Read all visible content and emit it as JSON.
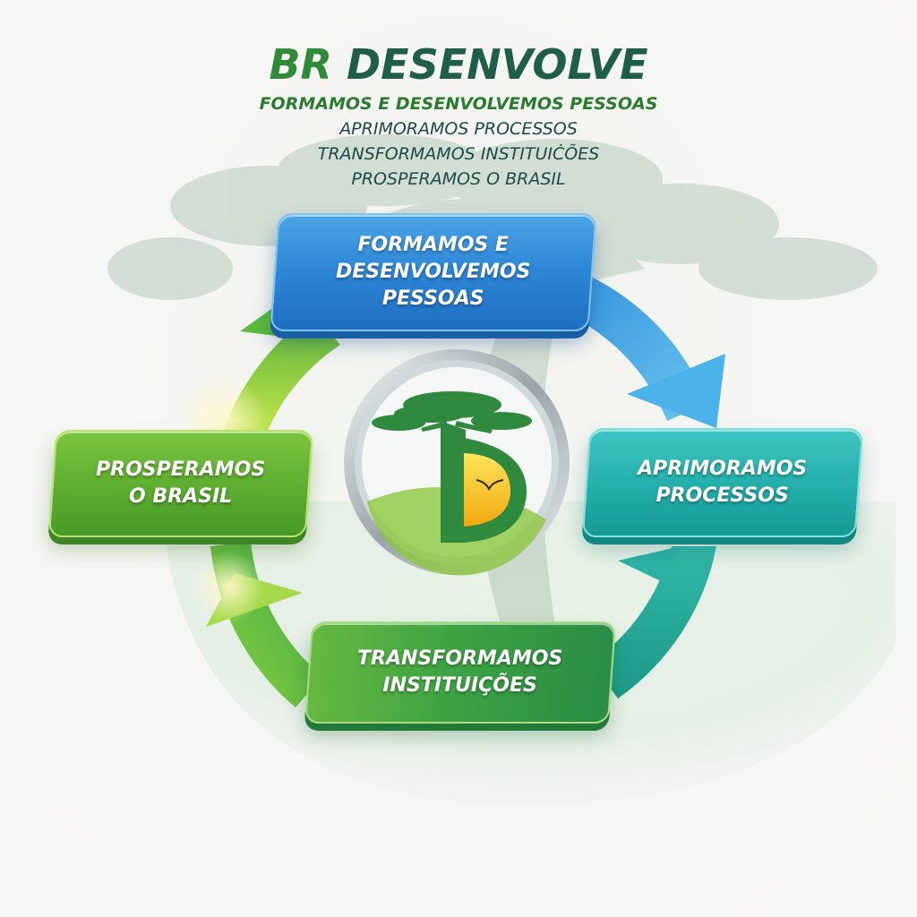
{
  "header": {
    "title_prefix": "BR",
    "title_main": "DESENVOLVE",
    "taglines": [
      "FORMAMOS E DESENVOLVEMOS PESSOAS",
      "APRIMORAMOS PROCESSOS",
      "TRANSFORMAMOS INSTITUIĊÕES",
      "PROSPERAMOS O BRASIL"
    ]
  },
  "cycle": {
    "steps": [
      {
        "position": "top",
        "lines": [
          "FORMAMOS E",
          "DESENVOLVEMOS",
          "PESSOAS"
        ],
        "color": "#2d86d6"
      },
      {
        "position": "right",
        "lines": [
          "APRIMORAMOS",
          "PROCESSOS"
        ],
        "color": "#22aeaa"
      },
      {
        "position": "bottom",
        "lines": [
          "TRANSFORMAMOS",
          "INSTITUIÇÕES"
        ],
        "color": "#3ea443"
      },
      {
        "position": "left",
        "lines": [
          "PROSPERAMOS",
          "O BRASIL"
        ],
        "color": "#5cad2f"
      }
    ],
    "center_logo": "tree-sun-bird-emblem"
  },
  "colors": {
    "title_green": "#1f5f4a",
    "accent_green": "#2a7b2f",
    "blue": "#2d86d6",
    "teal": "#22aeaa",
    "green": "#3ea443",
    "lime": "#7cc43e",
    "sun_yellow": "#f5c518"
  }
}
